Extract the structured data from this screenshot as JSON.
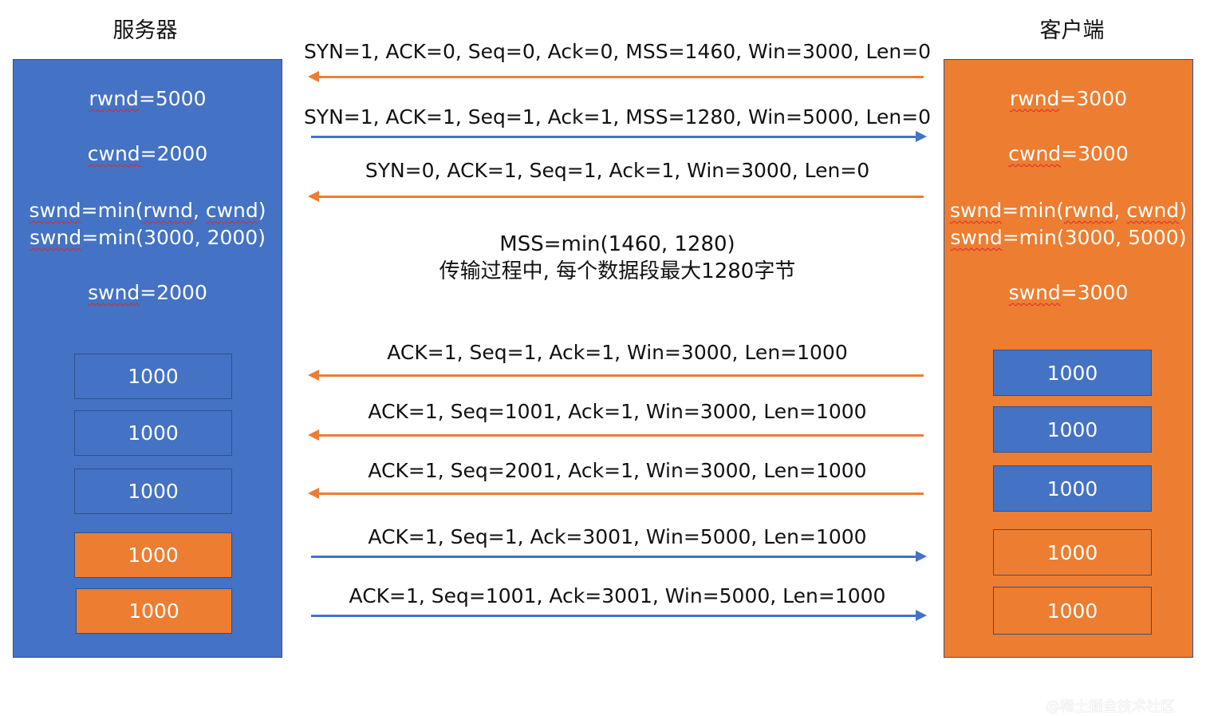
{
  "server": {
    "title": "服务器",
    "rwnd_prefix": "rwnd",
    "rwnd_value": "=5000",
    "cwnd_prefix": "cwnd",
    "cwnd_value": "=2000",
    "swnd1_a": "swnd",
    "swnd1_b": "=min(",
    "swnd1_c": "rwnd",
    "swnd1_d": ", ",
    "swnd1_e": "cwnd",
    "swnd1_f": ")",
    "swnd2_a": "swnd",
    "swnd2_b": "=min(3000, 2000)",
    "swnd3_a": "swnd",
    "swnd3_b": "=2000",
    "blocks": [
      "1000",
      "1000",
      "1000",
      "1000",
      "1000"
    ]
  },
  "client": {
    "title": "客户端",
    "rwnd_prefix": "rwnd",
    "rwnd_value": "=3000",
    "cwnd_prefix": "cwnd",
    "cwnd_value": "=3000",
    "swnd1_a": "swnd",
    "swnd1_b": "=min(",
    "swnd1_c": "rwnd",
    "swnd1_d": ", ",
    "swnd1_e": "cwnd",
    "swnd1_f": ")",
    "swnd2_a": "swnd",
    "swnd2_b": "=min(3000, 5000)",
    "swnd3_a": "swnd",
    "swnd3_b": "=3000",
    "blocks": [
      "1000",
      "1000",
      "1000",
      "1000",
      "1000"
    ]
  },
  "messages": [
    {
      "label": "SYN=1, ACK=0, Seq=0, Ack=0, MSS=1460, Win=3000, Len=0",
      "direction": "to-server"
    },
    {
      "label": "SYN=1, ACK=1, Seq=1, Ack=1, MSS=1280, Win=5000, Len=0",
      "direction": "to-client"
    },
    {
      "label": "SYN=0, ACK=1, Seq=1, Ack=1, Win=3000, Len=0",
      "direction": "to-server"
    },
    {
      "label": "ACK=1, Seq=1, Ack=1, Win=3000, Len=1000",
      "direction": "to-server"
    },
    {
      "label": "ACK=1, Seq=1001, Ack=1, Win=3000, Len=1000",
      "direction": "to-server"
    },
    {
      "label": "ACK=1, Seq=2001, Ack=1, Win=3000, Len=1000",
      "direction": "to-server"
    },
    {
      "label": "ACK=1, Seq=1, Ack=3001, Win=5000, Len=1000",
      "direction": "to-client"
    },
    {
      "label": "ACK=1, Seq=1001, Ack=3001, Win=5000, Len=1000",
      "direction": "to-client"
    }
  ],
  "mss_note": {
    "line1": "MSS=min(1460, 1280)",
    "line2": "传输过程中, 每个数据段最大1280字节"
  },
  "watermark": "@稀土掘金技术社区",
  "colors": {
    "blue": "#4472c4",
    "orange": "#ed7d31",
    "border": "#2f528f"
  }
}
